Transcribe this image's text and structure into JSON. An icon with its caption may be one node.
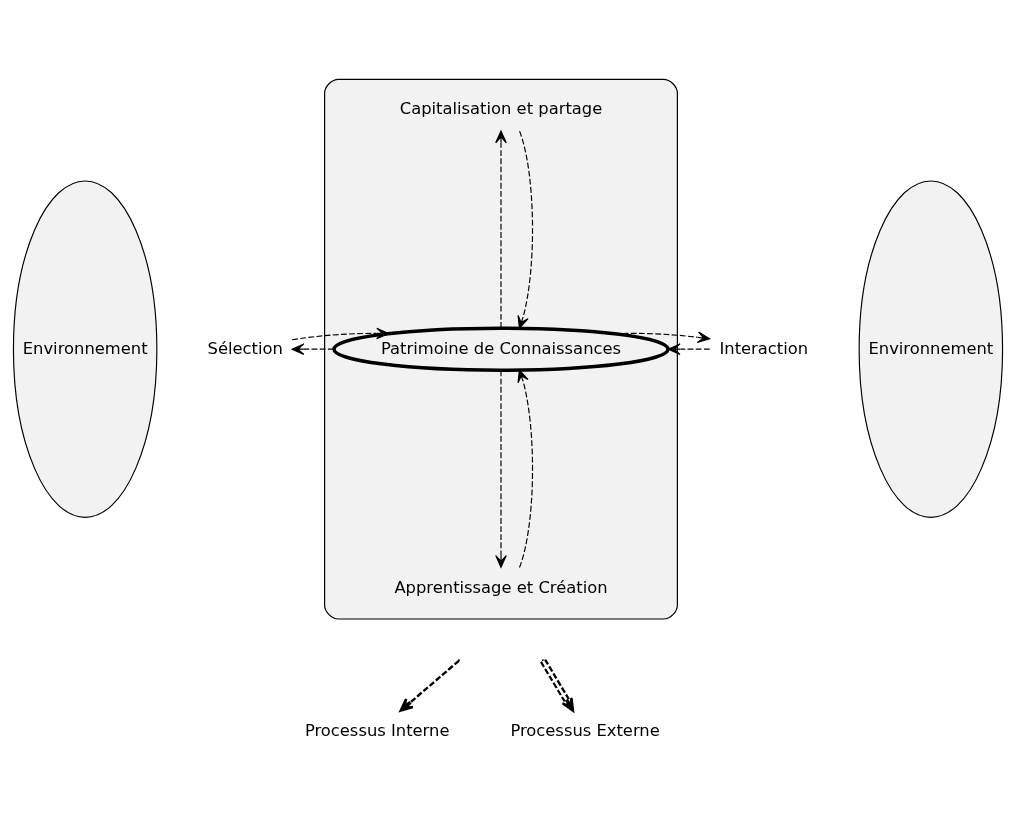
{
  "diagram": {
    "nodes": [
      {
        "text": [
          "Environnement"
        ]
      },
      {
        "text": [],
        "shape": "ellipse"
      },
      {
        "text": [
          "Capitalisation et partage"
        ],
        "in": 1
      },
      {
        "text": [
          "Sélection"
        ]
      },
      {
        "text": [
          "Patrimoine de Connaissances"
        ],
        "in": 1
      },
      {
        "text": [
          "Interaction"
        ]
      },
      {
        "text": [
          "Apprentissage et Création"
        ],
        "in": 1
      },
      {
        "text": [
          "Environnement"
        ]
      }
    ],
    "edges": [
      {
        "from": 4,
        "to": 2,
        "arrow": "to",
        "style": "dashed"
      },
      {
        "from": 2,
        "to": 4,
        "arrow": "to",
        "style": "dashed"
      },
      {
        "from": 4,
        "to": 3,
        "arrow": "to",
        "style": "dashed"
      },
      {
        "from": 3,
        "to": 4,
        "arrow": "to",
        "style": "dashed"
      },
      {
        "from": 4,
        "to": 5,
        "arrow": "to",
        "style": "dashed"
      },
      {
        "from": 5,
        "to": 4,
        "arrow": "to",
        "style": "dashed"
      },
      {
        "from": 4,
        "to": 6,
        "arrow": "to",
        "style": "dashed"
      },
      {
        "from": 6,
        "to": 4,
        "arrow": "to",
        "style": "dashed"
      }
    ],
    "legend": [
      {
        "text": "Processus Interne"
      },
      {
        "text": "Processus Externe"
      }
    ]
  }
}
